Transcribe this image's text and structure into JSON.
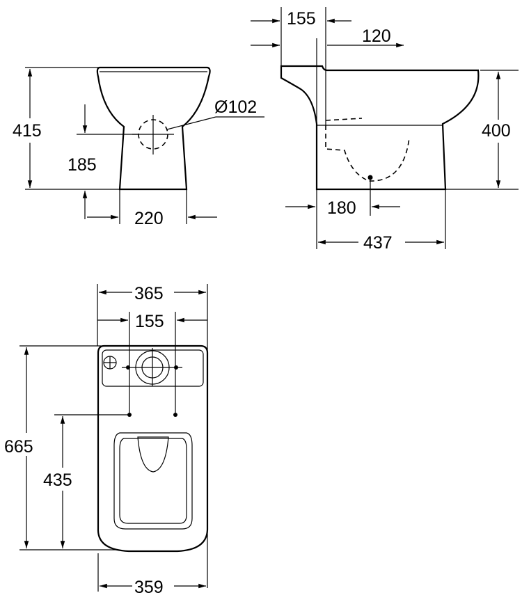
{
  "front_view": {
    "height": "415",
    "outlet_height": "185",
    "outlet_diameter": "Ø102",
    "base_width": "220"
  },
  "side_view": {
    "top_offset": "155",
    "rear_offset": "120",
    "height": "400",
    "outlet_distance": "180",
    "depth": "437"
  },
  "top_view": {
    "tank_width": "365",
    "fixing_spacing": "155",
    "length": "665",
    "fixing_distance": "435",
    "bowl_width": "359"
  },
  "colors": {
    "line": "#000000",
    "background": "#ffffff"
  }
}
